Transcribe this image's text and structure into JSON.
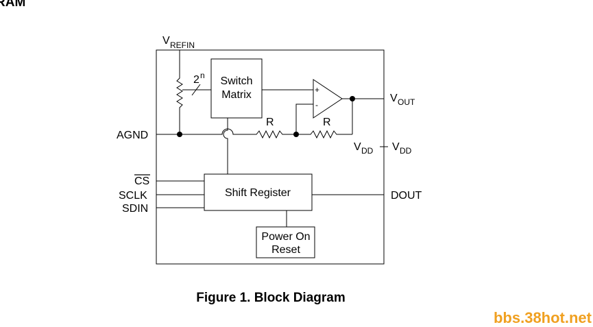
{
  "page": {
    "heading_fragment": "RAM",
    "caption": "Figure 1.  Block Diagram",
    "watermark": "bbs.38hot.net"
  },
  "blocks": {
    "switch_matrix": {
      "line1": "Switch",
      "line2": "Matrix"
    },
    "shift_register": "Shift Register",
    "power_on_reset": {
      "line1": "Power On",
      "line2": "Reset"
    },
    "op_amp": {
      "plus": "+",
      "minus": "-"
    }
  },
  "labels": {
    "vrefin_main": "V",
    "vrefin_sub": "REFIN",
    "two_n_base": "2",
    "two_n_exp": "n",
    "agnd": "AGND",
    "cs": "CS",
    "sclk": "SCLK",
    "sdin": "SDIN",
    "vout_main": "V",
    "vout_sub": "OUT",
    "vdd_inner_main": "V",
    "vdd_inner_sub": "DD",
    "vdd_outer_main": "V",
    "vdd_outer_sub": "DD",
    "dout": "DOUT",
    "r1": "R",
    "r2": "R"
  },
  "colors": {
    "line": "#000000",
    "background": "#ffffff",
    "watermark": "#f0a020"
  }
}
